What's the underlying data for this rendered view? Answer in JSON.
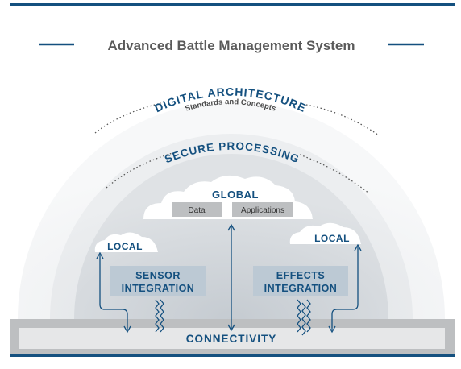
{
  "title": "Advanced Battle Management System",
  "layers": {
    "digital_architecture": {
      "label": "DIGITAL ARCHITECTURE",
      "sublabel": "Standards and Concepts"
    },
    "secure_processing": {
      "label": "SECURE PROCESSING"
    },
    "connectivity": {
      "label": "CONNECTIVITY"
    }
  },
  "clouds": {
    "global": {
      "label": "GLOBAL",
      "tags": [
        "Data",
        "Applications"
      ]
    },
    "local_left": {
      "label": "LOCAL"
    },
    "local_right": {
      "label": "LOCAL"
    }
  },
  "integrations": {
    "sensor": {
      "line1": "SENSOR",
      "line2": "INTEGRATION"
    },
    "effects": {
      "line1": "EFFECTS",
      "line2": "INTEGRATION"
    }
  },
  "colors": {
    "navy": "#14507f",
    "title_gray": "#5a5a5a",
    "dome_outer": "#f3f4f5",
    "dome_mid": "#e4e6e8",
    "dome_inner": "#cfd3d7",
    "box_fill": "#bcc9d4",
    "ground": "#bdbfc1",
    "ground_inner": "#e6e7e8"
  }
}
